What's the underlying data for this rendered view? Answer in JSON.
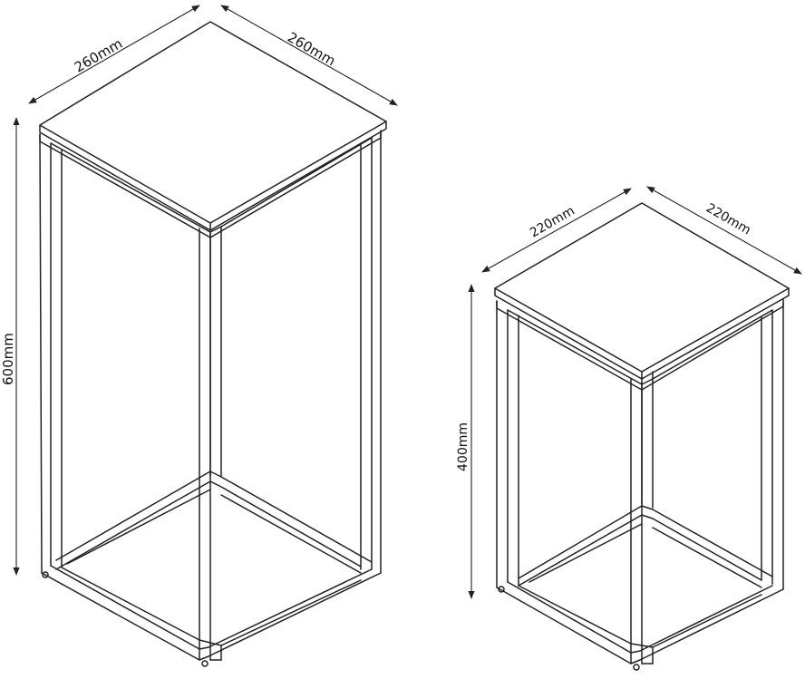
{
  "tables": [
    {
      "width_label": "260mm",
      "depth_label": "260mm",
      "height_label": "600mm"
    },
    {
      "width_label": "220mm",
      "depth_label": "220mm",
      "height_label": "400mm"
    }
  ],
  "colors": {
    "line": "#222222",
    "background": "#ffffff"
  }
}
